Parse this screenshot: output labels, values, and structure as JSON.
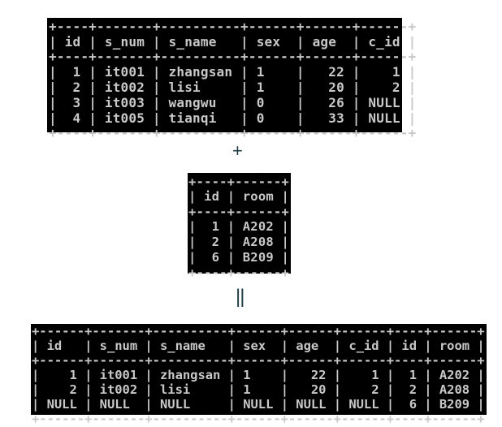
{
  "tables": [
    {
      "id": "students",
      "columns": [
        "id",
        "s_num",
        "s_name",
        "sex",
        "age",
        "c_id"
      ],
      "align": [
        "r",
        "l",
        "l",
        "l",
        "r",
        "r"
      ],
      "rows": [
        [
          "1",
          "it001",
          "zhangsan",
          "1",
          "22",
          "1"
        ],
        [
          "2",
          "it002",
          "lisi",
          "1",
          "20",
          "2"
        ],
        [
          "3",
          "it003",
          "wangwu",
          "0",
          "26",
          "NULL"
        ],
        [
          "4",
          "it005",
          "tianqi",
          "0",
          "33",
          "NULL"
        ]
      ]
    },
    {
      "id": "rooms",
      "columns": [
        "id",
        "room"
      ],
      "align": [
        "r",
        "l"
      ],
      "rows": [
        [
          "1",
          "A202"
        ],
        [
          "2",
          "A208"
        ],
        [
          "6",
          "B209"
        ]
      ]
    },
    {
      "id": "joined",
      "columns": [
        "id",
        "s_num",
        "s_name",
        "sex",
        "age",
        "c_id",
        "id",
        "room"
      ],
      "align": [
        "r",
        "l",
        "l",
        "l",
        "r",
        "r",
        "r",
        "l"
      ],
      "rows": [
        [
          "1",
          "it001",
          "zhangsan",
          "1",
          "22",
          "1",
          "1",
          "A202"
        ],
        [
          "2",
          "it002",
          "lisi",
          "1",
          "20",
          "2",
          "2",
          "A208"
        ],
        [
          "NULL",
          "NULL",
          "NULL",
          "NULL",
          "NULL",
          "NULL",
          "6",
          "B209"
        ]
      ]
    }
  ],
  "operators": {
    "plus": "+",
    "equals": "||"
  },
  "colors": {
    "console_bg": "#000000",
    "console_text": "#c8c8c8",
    "operator": "#1d3b45"
  }
}
